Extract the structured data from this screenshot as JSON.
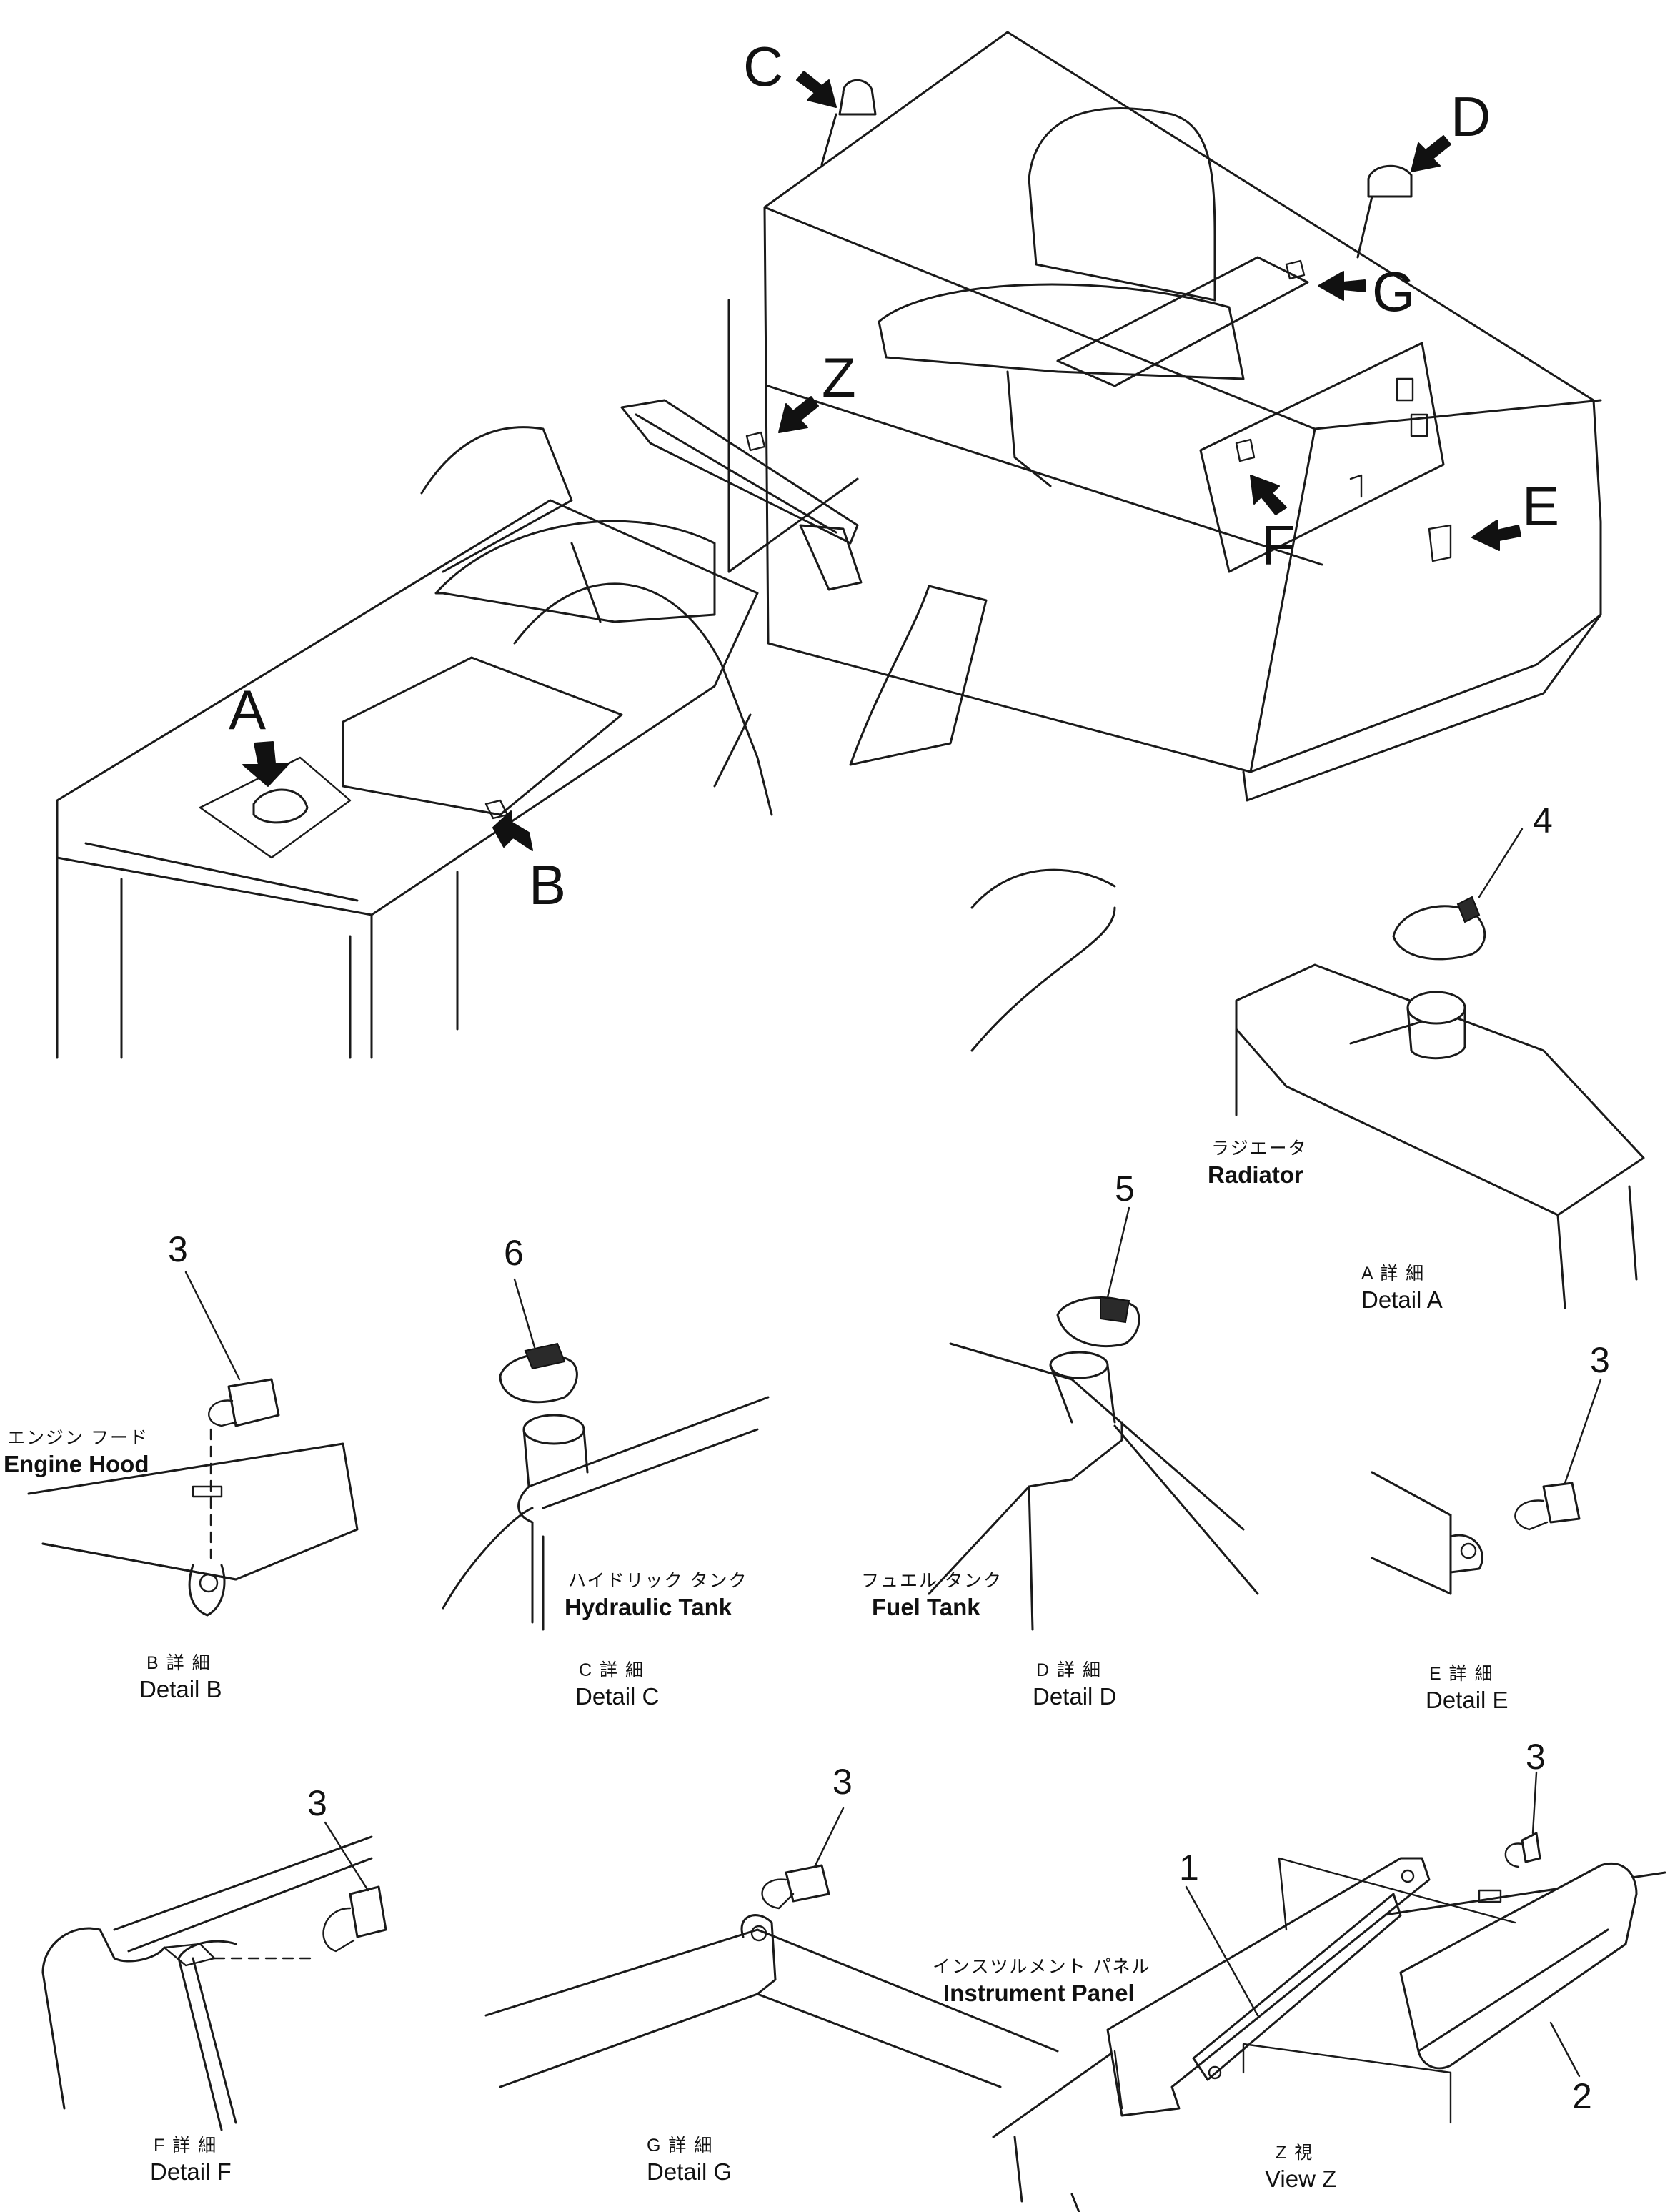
{
  "callouts": {
    "a": "A",
    "b": "B",
    "c": "C",
    "d": "D",
    "e": "E",
    "f": "F",
    "g": "G",
    "z": "Z"
  },
  "part_numbers": {
    "one": "1",
    "two": "2",
    "three": "3",
    "four": "4",
    "five": "5",
    "six": "6"
  },
  "labels": {
    "radiator_jp": "ラジエータ",
    "radiator_en": "Radiator",
    "engine_hood_jp": "エンジン フード",
    "engine_hood_en": "Engine Hood",
    "hydraulic_tank_jp": "ハイドリック タンク",
    "hydraulic_tank_en": "Hydraulic Tank",
    "fuel_tank_jp": "フュエル タンク",
    "fuel_tank_en": "Fuel Tank",
    "instrument_panel_jp": "インスツルメント パネル",
    "instrument_panel_en": "Instrument Panel"
  },
  "details": {
    "a_jp": "A 詳 細",
    "a_en": "Detail A",
    "b_jp": "B 詳 細",
    "b_en": "Detail B",
    "c_jp": "C 詳 細",
    "c_en": "Detail C",
    "d_jp": "D 詳 細",
    "d_en": "Detail D",
    "e_jp": "E 詳 細",
    "e_en": "Detail E",
    "f_jp": "F 詳 細",
    "f_en": "Detail F",
    "g_jp": "G 詳 細",
    "g_en": "Detail G",
    "z_jp": "Z 視",
    "z_en": "View Z"
  }
}
